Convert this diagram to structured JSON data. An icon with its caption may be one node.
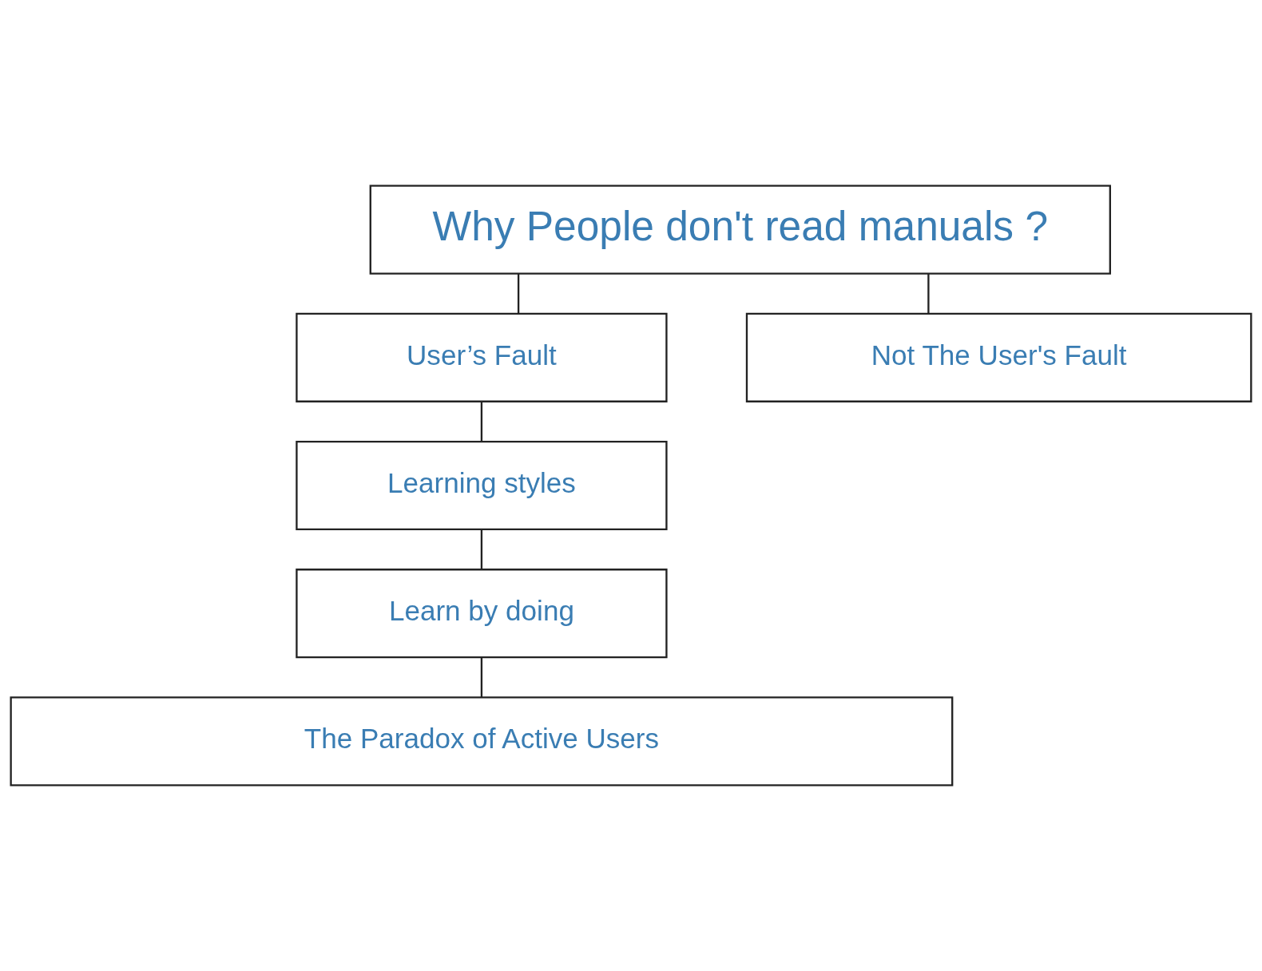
{
  "diagram": {
    "nodes": [
      {
        "text": [
          "Why People don't read manuals ?"
        ]
      },
      {
        "text": [
          "User’s Fault"
        ]
      },
      {
        "text": [
          "Not The User's Fault"
        ]
      },
      {
        "text": [
          "Learning styles"
        ]
      },
      {
        "text": [
          "Learn by doing"
        ]
      },
      {
        "text": [
          "The Paradox of Active Users"
        ]
      }
    ],
    "edges": [
      {
        "from": 0,
        "to": 1,
        "arrow": "none"
      },
      {
        "from": 0,
        "to": 2,
        "arrow": "none"
      },
      {
        "from": 1,
        "to": 3,
        "arrow": "none"
      },
      {
        "from": 3,
        "to": 4,
        "arrow": "none"
      },
      {
        "from": 4,
        "to": 5,
        "arrow": "none"
      }
    ]
  }
}
